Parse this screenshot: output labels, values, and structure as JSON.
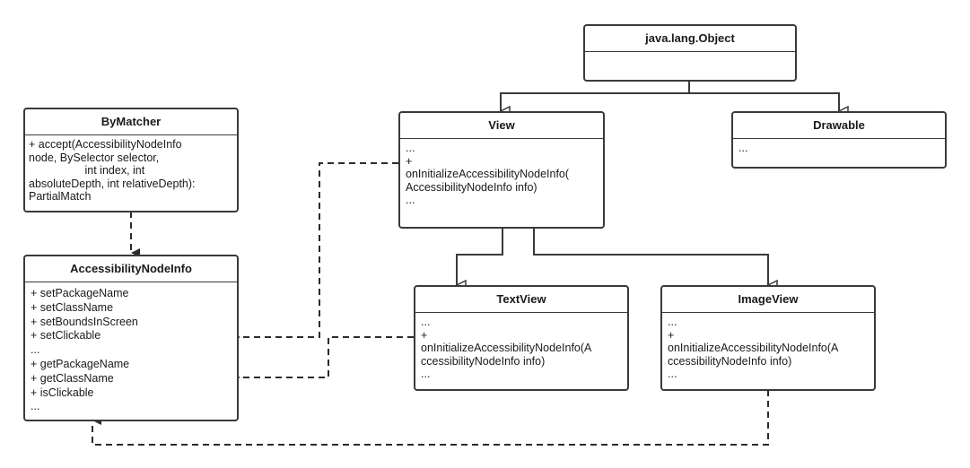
{
  "classes": {
    "object": {
      "name": "java.lang.Object",
      "members": []
    },
    "view": {
      "name": "View",
      "members": [
        "...",
        "+",
        "onInitializeAccessibilityNodeInfo(",
        "AccessibilityNodeInfo info)",
        "..."
      ]
    },
    "drawable": {
      "name": "Drawable",
      "members": [
        "..."
      ]
    },
    "bymatcher": {
      "name": "ByMatcher",
      "members": [
        "+ accept(AccessibilityNodeInfo",
        "node, BySelector selector,",
        "                  int index, int",
        "absoluteDepth, int relativeDepth):",
        "PartialMatch"
      ]
    },
    "accnode": {
      "name": "AccessibilityNodeInfo",
      "members": [
        "+ setPackageName",
        "+ setClassName",
        "+ setBoundsInScreen",
        "+ setClickable",
        "...",
        "+ getPackageName",
        "+ getClassName",
        "+ isClickable",
        "..."
      ]
    },
    "textview": {
      "name": "TextView",
      "members": [
        "...",
        "+",
        "onInitializeAccessibilityNodeInfo(A",
        "ccessibilityNodeInfo info)",
        "..."
      ]
    },
    "imageview": {
      "name": "ImageView",
      "members": [
        "...",
        "+",
        "onInitializeAccessibilityNodeInfo(A",
        "ccessibilityNodeInfo info)",
        "..."
      ]
    }
  },
  "colors": {
    "line": "#3a3a3a",
    "border": "#3a3a3a",
    "background": "#ffffff"
  }
}
